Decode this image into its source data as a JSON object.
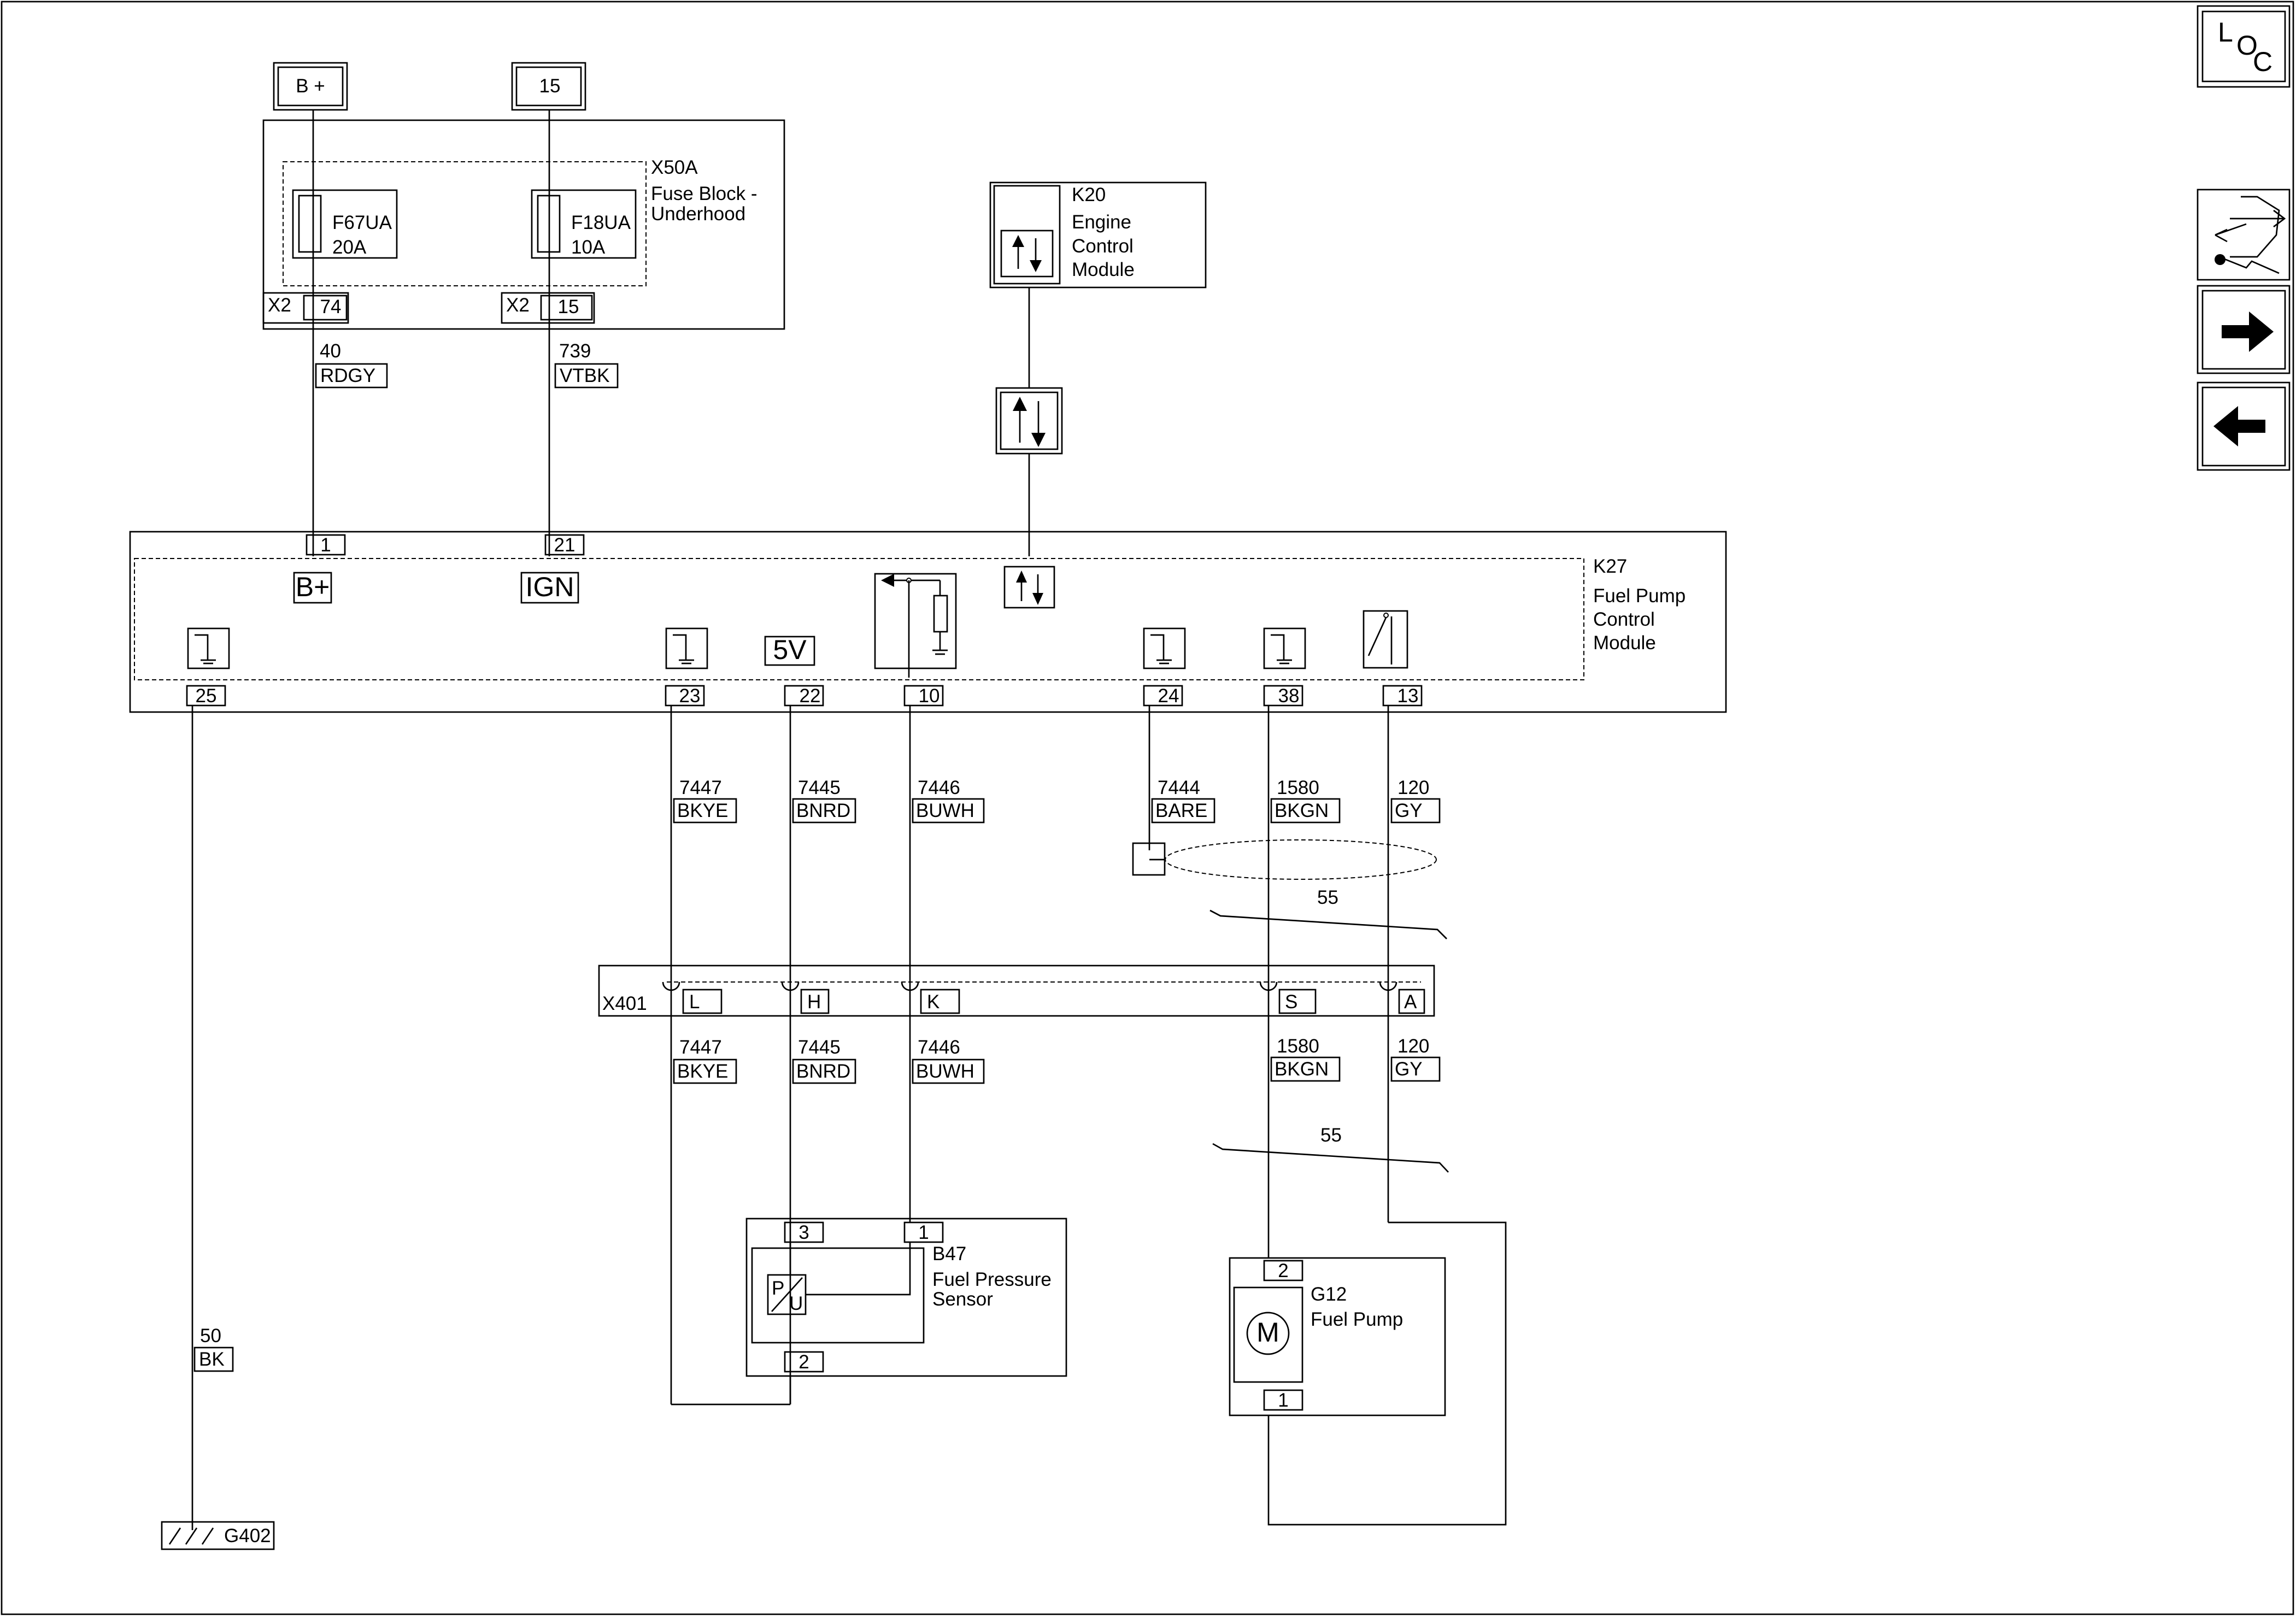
{
  "power": {
    "b_plus": "B +",
    "fifteen": "15"
  },
  "x50a": {
    "id": "X50A",
    "name_line1": "Fuse Block -",
    "name_line2": "Underhood",
    "fuse1_name": "F67UA",
    "fuse1_rating": "20A",
    "fuse2_name": "F18UA",
    "fuse2_rating": "10A",
    "conn": "X2",
    "pin1": "74",
    "pin2": "15"
  },
  "wires_top": [
    {
      "circuit": "40",
      "color": "RDGY"
    },
    {
      "circuit": "739",
      "color": "VTBK"
    }
  ],
  "k20": {
    "id": "K20",
    "line1": "Engine",
    "line2": "Control",
    "line3": "Module"
  },
  "k27": {
    "id": "K27",
    "line1": "Fuel Pump",
    "line2": "Control",
    "line3": "Module",
    "pin_bplus": "1",
    "pin_ign": "21",
    "label_bplus": "B+",
    "label_ign": "IGN",
    "label_5v": "5V",
    "pins_bottom": [
      "25",
      "23",
      "22",
      "10",
      "24",
      "38",
      "13"
    ]
  },
  "wires_mid": [
    {
      "circuit": "7447",
      "color": "BKYE"
    },
    {
      "circuit": "7445",
      "color": "BNRD"
    },
    {
      "circuit": "7446",
      "color": "BUWH"
    },
    {
      "circuit": "7444",
      "color": "BARE"
    },
    {
      "circuit": "1580",
      "color": "BKGN"
    },
    {
      "circuit": "120",
      "color": "GY"
    }
  ],
  "shield_ref": "55",
  "x401": {
    "id": "X401",
    "pins": [
      "L",
      "H",
      "K",
      "S",
      "A"
    ]
  },
  "wires_low": [
    {
      "circuit": "7447",
      "color": "BKYE"
    },
    {
      "circuit": "7445",
      "color": "BNRD"
    },
    {
      "circuit": "7446",
      "color": "BUWH"
    },
    {
      "circuit": "1580",
      "color": "BKGN"
    },
    {
      "circuit": "120",
      "color": "GY"
    }
  ],
  "twist_ref": "55",
  "b47": {
    "id": "B47",
    "line1": "Fuel Pressure",
    "line2": "Sensor",
    "pin3": "3",
    "pin1": "1",
    "pin2": "2",
    "sym_p": "P",
    "sym_u": "U"
  },
  "g12": {
    "id": "G12",
    "name": "Fuel Pump",
    "pin2": "2",
    "pin1": "1",
    "motor": "M"
  },
  "ground_wire": {
    "circuit": "50",
    "color": "BK"
  },
  "g402": "G402",
  "sidebar": {
    "loc_l": "L",
    "loc_o": "O",
    "loc_c": "C"
  }
}
